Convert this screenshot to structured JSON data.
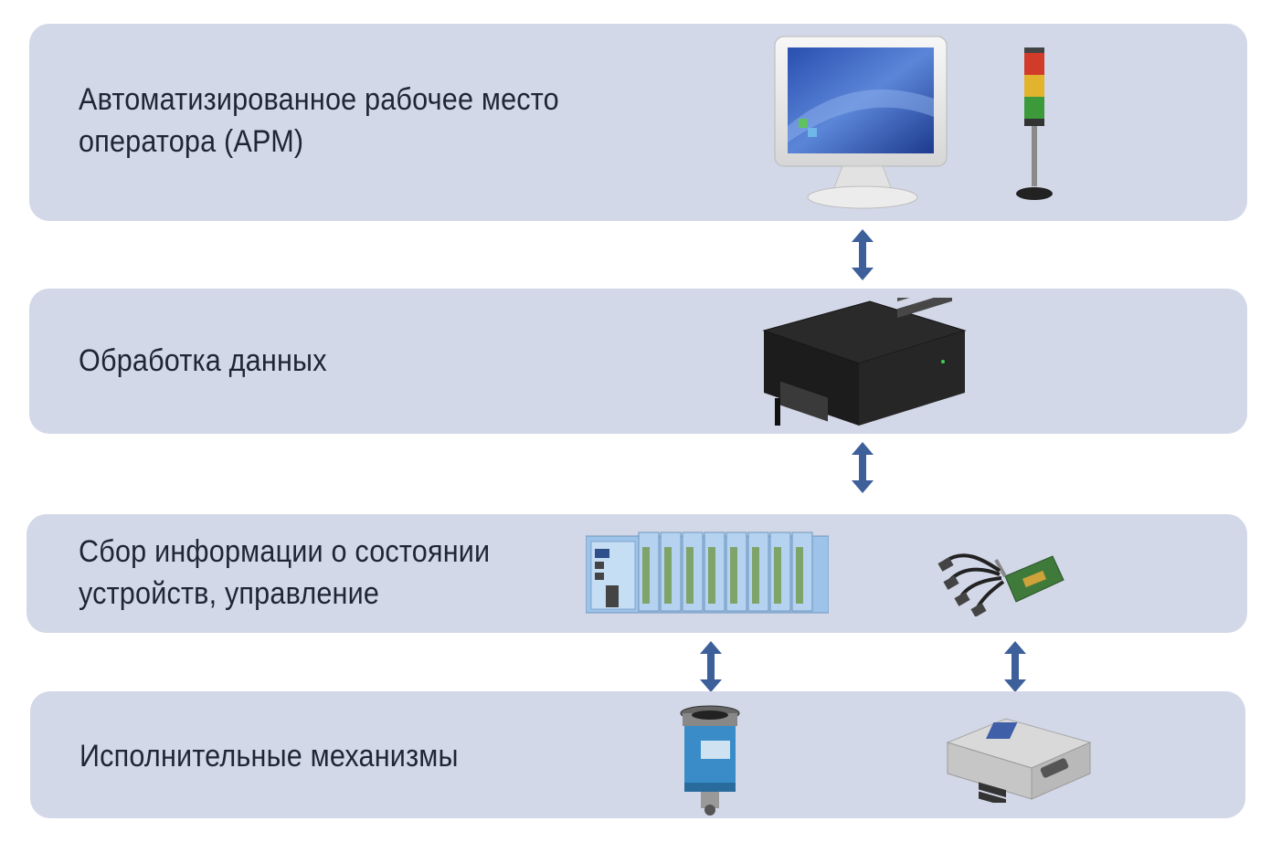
{
  "layers": [
    {
      "title": "Автоматизированное рабочее место\nоператора (АРМ)",
      "devices": [
        "monitor-icon",
        "signal-tower-icon"
      ]
    },
    {
      "title": "Обработка данных",
      "devices": [
        "rack-server-icon"
      ]
    },
    {
      "title": "Сбор информации о состоянии\nустройств, управление",
      "devices": [
        "io-module-rack-icon",
        "serial-card-icon"
      ]
    },
    {
      "title": "Исполнительные механизмы",
      "devices": [
        "actuator-icon",
        "serial-device-server-icon"
      ]
    }
  ],
  "colors": {
    "panel": "#d3d8e8",
    "arrow": "#3d5f9a",
    "text": "#1f2633"
  }
}
